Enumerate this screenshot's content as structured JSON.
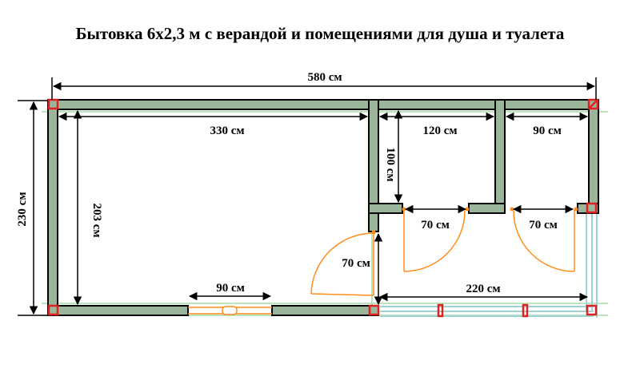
{
  "title": "Бытовка 6х2,3 м с верандой и помещениями для душа и туалета",
  "dimensions": {
    "overall_length": "580 см",
    "overall_width": "230 см",
    "room_length": "330 см",
    "room_width": "203 см",
    "shower_width": "120 см",
    "toilet_width": "90 см",
    "partition_depth": "100 см",
    "window_width": "90 см",
    "room_door": "70 см",
    "shower_door": "70 см",
    "toilet_door": "70 см",
    "veranda_length": "220 см"
  },
  "colors": {
    "wall_fill": "#9bb59b",
    "wall_stroke": "#000000",
    "door": "#ff8c1a",
    "corner_post": "#e02020",
    "veranda_rail": "#9fd3d3",
    "guide": "#a8dca8"
  }
}
